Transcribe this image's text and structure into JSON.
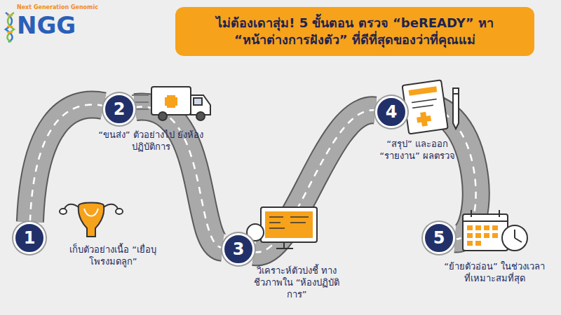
{
  "diagram": {
    "title": "ไม่ต้องเดาสุ่ม! 5 ขั้นตอน ตรวจ “beREADY” หา “หน้าต่างการฝังตัว” ที่ดีที่สุดของว่าที่คุณแม่",
    "nodes": [
      {
        "text": [
          "1",
          "เก็บตัวอย่างเนื้อ “เยื่อบุโพรงมดลูก”"
        ]
      },
      {
        "text": [
          "2",
          "“ขนส่ง” ตัวอย่างไป ยังห้องปฏิบัติการ"
        ]
      },
      {
        "text": [
          "3",
          "วิเคราะห์ตัวบ่งชี้ ทางชีวภาพใน “ห้องปฏิบัติการ”"
        ]
      },
      {
        "text": [
          "4",
          "“สรุป” และออก “รายงาน” ผลตรวจ"
        ]
      },
      {
        "text": [
          "5",
          "“ย้ายตัวอ่อน” ในช่วงเวลา ที่เหมาะสมที่สุด"
        ]
      }
    ],
    "edges": [
      {
        "from": 0,
        "to": 1,
        "arrow": "none"
      },
      {
        "from": 1,
        "to": 2,
        "arrow": "none"
      },
      {
        "from": 2,
        "to": 3,
        "arrow": "none"
      },
      {
        "from": 3,
        "to": 4,
        "arrow": "none"
      }
    ],
    "labels": [
      "Next Generation Genomic",
      "NGG"
    ]
  }
}
